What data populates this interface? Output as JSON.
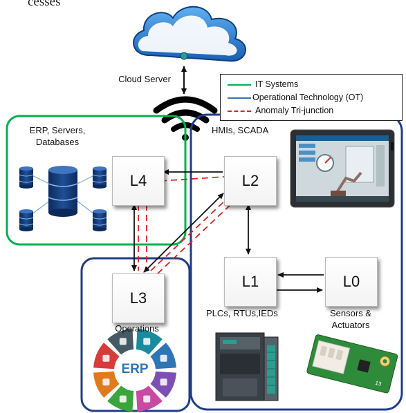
{
  "header_fragment": "cesses",
  "cloud": {
    "label": "Cloud Server"
  },
  "legend": {
    "items": [
      {
        "label": "IT Systems",
        "color": "#00b050",
        "style": "solid"
      },
      {
        "label": "Operational Technology (OT)",
        "color": "#2e75b6",
        "style": "solid"
      },
      {
        "label": "Anomaly Tri-junction",
        "color": "#e02020",
        "style": "dashed"
      }
    ]
  },
  "zones": {
    "it": {
      "color": "#00b050"
    },
    "ot": {
      "color": "#1f3c88"
    }
  },
  "levels": {
    "l4": {
      "label": "L4",
      "caption": "ERP, Servers, Databases"
    },
    "l3": {
      "label": "L3",
      "caption": "Operations"
    },
    "l2": {
      "label": "L2",
      "caption": "HMIs, SCADA"
    },
    "l1": {
      "label": "L1",
      "caption": "PLCs, RTUs,IEDs"
    },
    "l0": {
      "label": "L0",
      "caption": "Sensors & Actuators"
    }
  },
  "erp_wheel": {
    "center_text": "ERP",
    "segment_colors": [
      "#1a8a9e",
      "#2e75b6",
      "#7d4fb5",
      "#c94aa3",
      "#3aa53a",
      "#e07a1f",
      "#d83b3b",
      "#455a64"
    ]
  }
}
